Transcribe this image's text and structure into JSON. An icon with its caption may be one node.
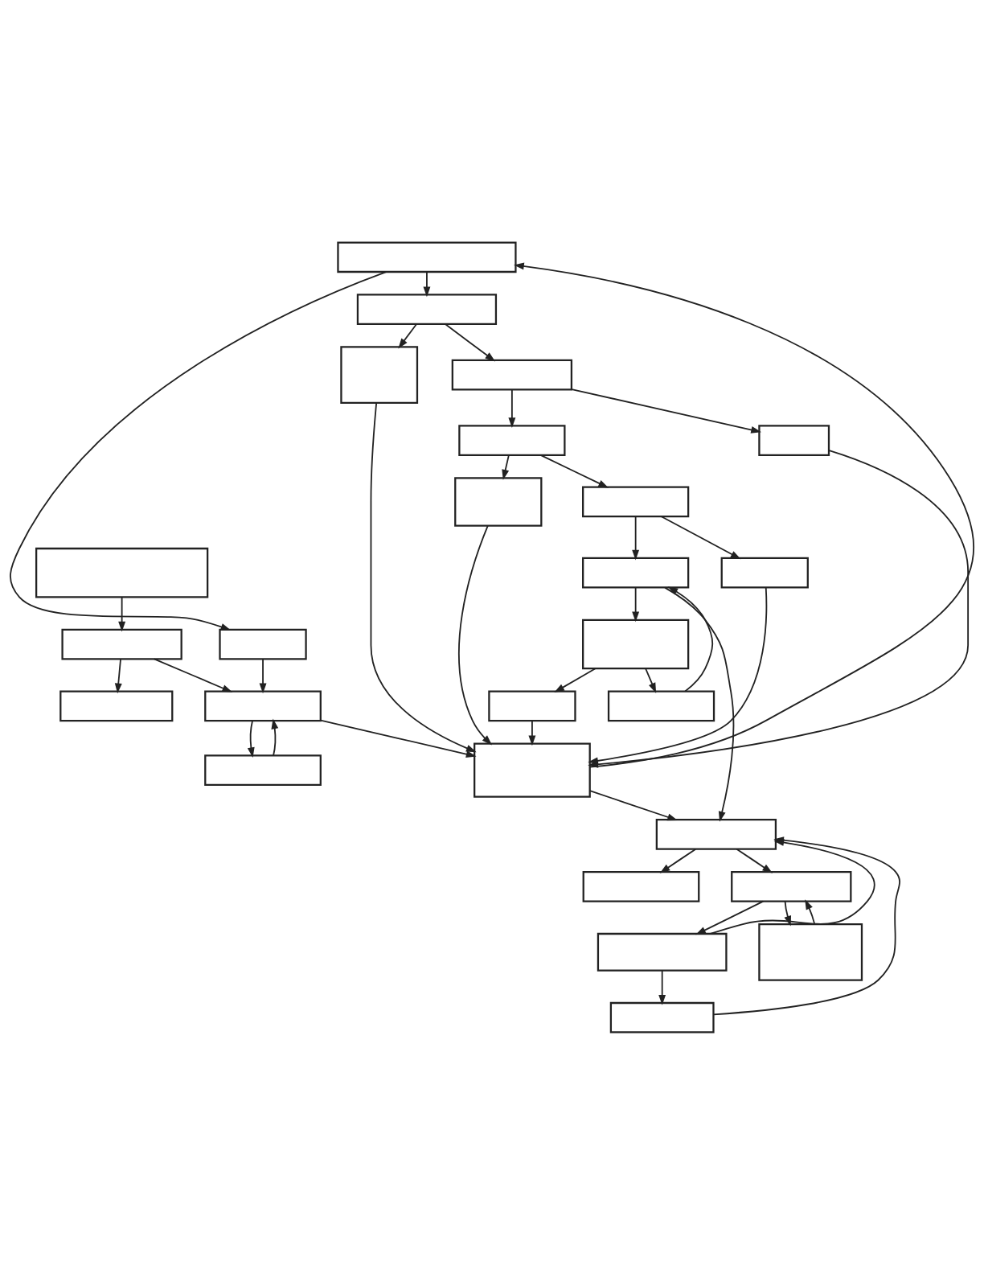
{
  "diagram": {
    "nodes": [
      {
        "text": [],
        "shape": "box"
      },
      {
        "text": [],
        "shape": "box"
      },
      {
        "text": [],
        "shape": "box"
      },
      {
        "text": [],
        "shape": "box"
      },
      {
        "text": [],
        "shape": "box"
      },
      {
        "text": [],
        "shape": "box"
      },
      {
        "text": [],
        "shape": "box"
      },
      {
        "text": [],
        "shape": "box"
      },
      {
        "text": [],
        "shape": "box"
      },
      {
        "text": [],
        "shape": "box"
      },
      {
        "text": [],
        "shape": "box"
      },
      {
        "text": [],
        "shape": "box"
      },
      {
        "text": [],
        "shape": "box"
      },
      {
        "text": [],
        "shape": "box"
      },
      {
        "text": [],
        "shape": "box"
      },
      {
        "text": [],
        "shape": "box"
      },
      {
        "text": [],
        "shape": "box"
      },
      {
        "text": [],
        "shape": "box"
      },
      {
        "text": [],
        "shape": "box"
      },
      {
        "text": [],
        "shape": "box"
      },
      {
        "text": [],
        "shape": "box"
      },
      {
        "text": [],
        "shape": "box"
      },
      {
        "text": [],
        "shape": "box"
      },
      {
        "text": [],
        "shape": "box"
      },
      {
        "text": [],
        "shape": "box"
      },
      {
        "text": [],
        "shape": "box"
      }
    ],
    "edges": [
      {
        "from": 1,
        "to": 0,
        "arrow": "to"
      },
      {
        "from": 1,
        "to": 2,
        "arrow": "to"
      },
      {
        "from": 2,
        "to": 3,
        "arrow": "to"
      },
      {
        "from": 3,
        "to": 4,
        "arrow": "to"
      },
      {
        "from": 4,
        "to": 5,
        "arrow": "to"
      },
      {
        "from": 5,
        "to": 6,
        "arrow": "to"
      },
      {
        "from": 6,
        "to": 7,
        "arrow": "to"
      },
      {
        "from": 7,
        "to": 8,
        "arrow": "to"
      },
      {
        "from": 8,
        "to": 6,
        "arrow": "to"
      },
      {
        "from": 2,
        "to": 9,
        "arrow": "to"
      },
      {
        "from": 3,
        "to": 10,
        "arrow": "to"
      },
      {
        "from": 4,
        "to": 11,
        "arrow": "to"
      },
      {
        "from": 5,
        "to": 12,
        "arrow": "to"
      },
      {
        "from": 7,
        "to": 13,
        "arrow": "to"
      },
      {
        "from": 0,
        "to": 17,
        "arrow": "to"
      },
      {
        "from": 19,
        "to": 1,
        "arrow": "to"
      },
      {
        "from": 9,
        "to": 19,
        "arrow": "to"
      },
      {
        "from": 10,
        "to": 19,
        "arrow": "to"
      },
      {
        "from": 11,
        "to": 19,
        "arrow": "to"
      },
      {
        "from": 12,
        "to": 19,
        "arrow": "to"
      },
      {
        "from": 13,
        "to": 19,
        "arrow": "to"
      },
      {
        "from": 14,
        "to": 15,
        "arrow": "to"
      },
      {
        "from": 15,
        "to": 16,
        "arrow": "to"
      },
      {
        "from": 15,
        "to": 17,
        "arrow": "to"
      },
      {
        "from": 17,
        "to": 18,
        "arrow": "to"
      },
      {
        "from": 18,
        "to": 17,
        "arrow": "to"
      },
      {
        "from": 17,
        "to": 19,
        "arrow": "to"
      },
      {
        "from": 19,
        "to": 20,
        "arrow": "to"
      },
      {
        "from": 20,
        "to": 21,
        "arrow": "to"
      },
      {
        "from": 20,
        "to": 22,
        "arrow": "to"
      },
      {
        "from": 22,
        "to": 23,
        "arrow": "to"
      },
      {
        "from": 23,
        "to": 22,
        "arrow": "to"
      },
      {
        "from": 22,
        "to": 24,
        "arrow": "to"
      },
      {
        "from": 24,
        "to": 25,
        "arrow": "to"
      },
      {
        "from": 25,
        "to": 20,
        "arrow": "to"
      },
      {
        "from": 6,
        "to": 20,
        "arrow": "to"
      },
      {
        "from": 24,
        "to": 20,
        "arrow": "to"
      }
    ]
  }
}
